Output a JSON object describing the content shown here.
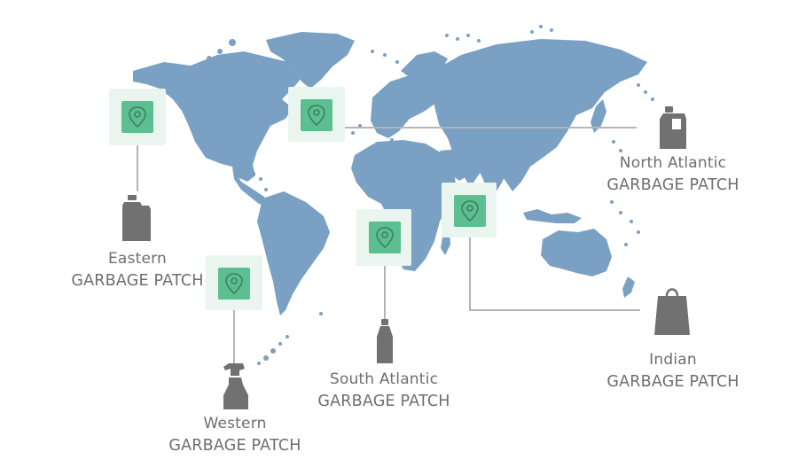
{
  "colors": {
    "land": "#7aa0c4",
    "pin_fill": "#5bbf91",
    "pin_halo": "#e9f5ee",
    "pin_icon": "#3f7f63",
    "connector": "#b4b4b4",
    "item": "#717171",
    "text": "#6d6e70"
  },
  "patches": [
    {
      "id": "eastern",
      "line1": "Eastern",
      "line2": "GARBAGE PATCH",
      "item_icon": "jerrycan-icon"
    },
    {
      "id": "western",
      "line1": "Western",
      "line2": "GARBAGE PATCH",
      "item_icon": "spray-bottle-icon"
    },
    {
      "id": "south-atlantic",
      "line1": "South Atlantic",
      "line2": "GARBAGE PATCH",
      "item_icon": "bottle-icon"
    },
    {
      "id": "north-atlantic",
      "line1": "North Atlantic",
      "line2": "GARBAGE PATCH",
      "item_icon": "detergent-jug-icon"
    },
    {
      "id": "indian",
      "line1": "Indian",
      "line2": "GARBAGE PATCH",
      "item_icon": "shopping-bag-icon"
    }
  ]
}
